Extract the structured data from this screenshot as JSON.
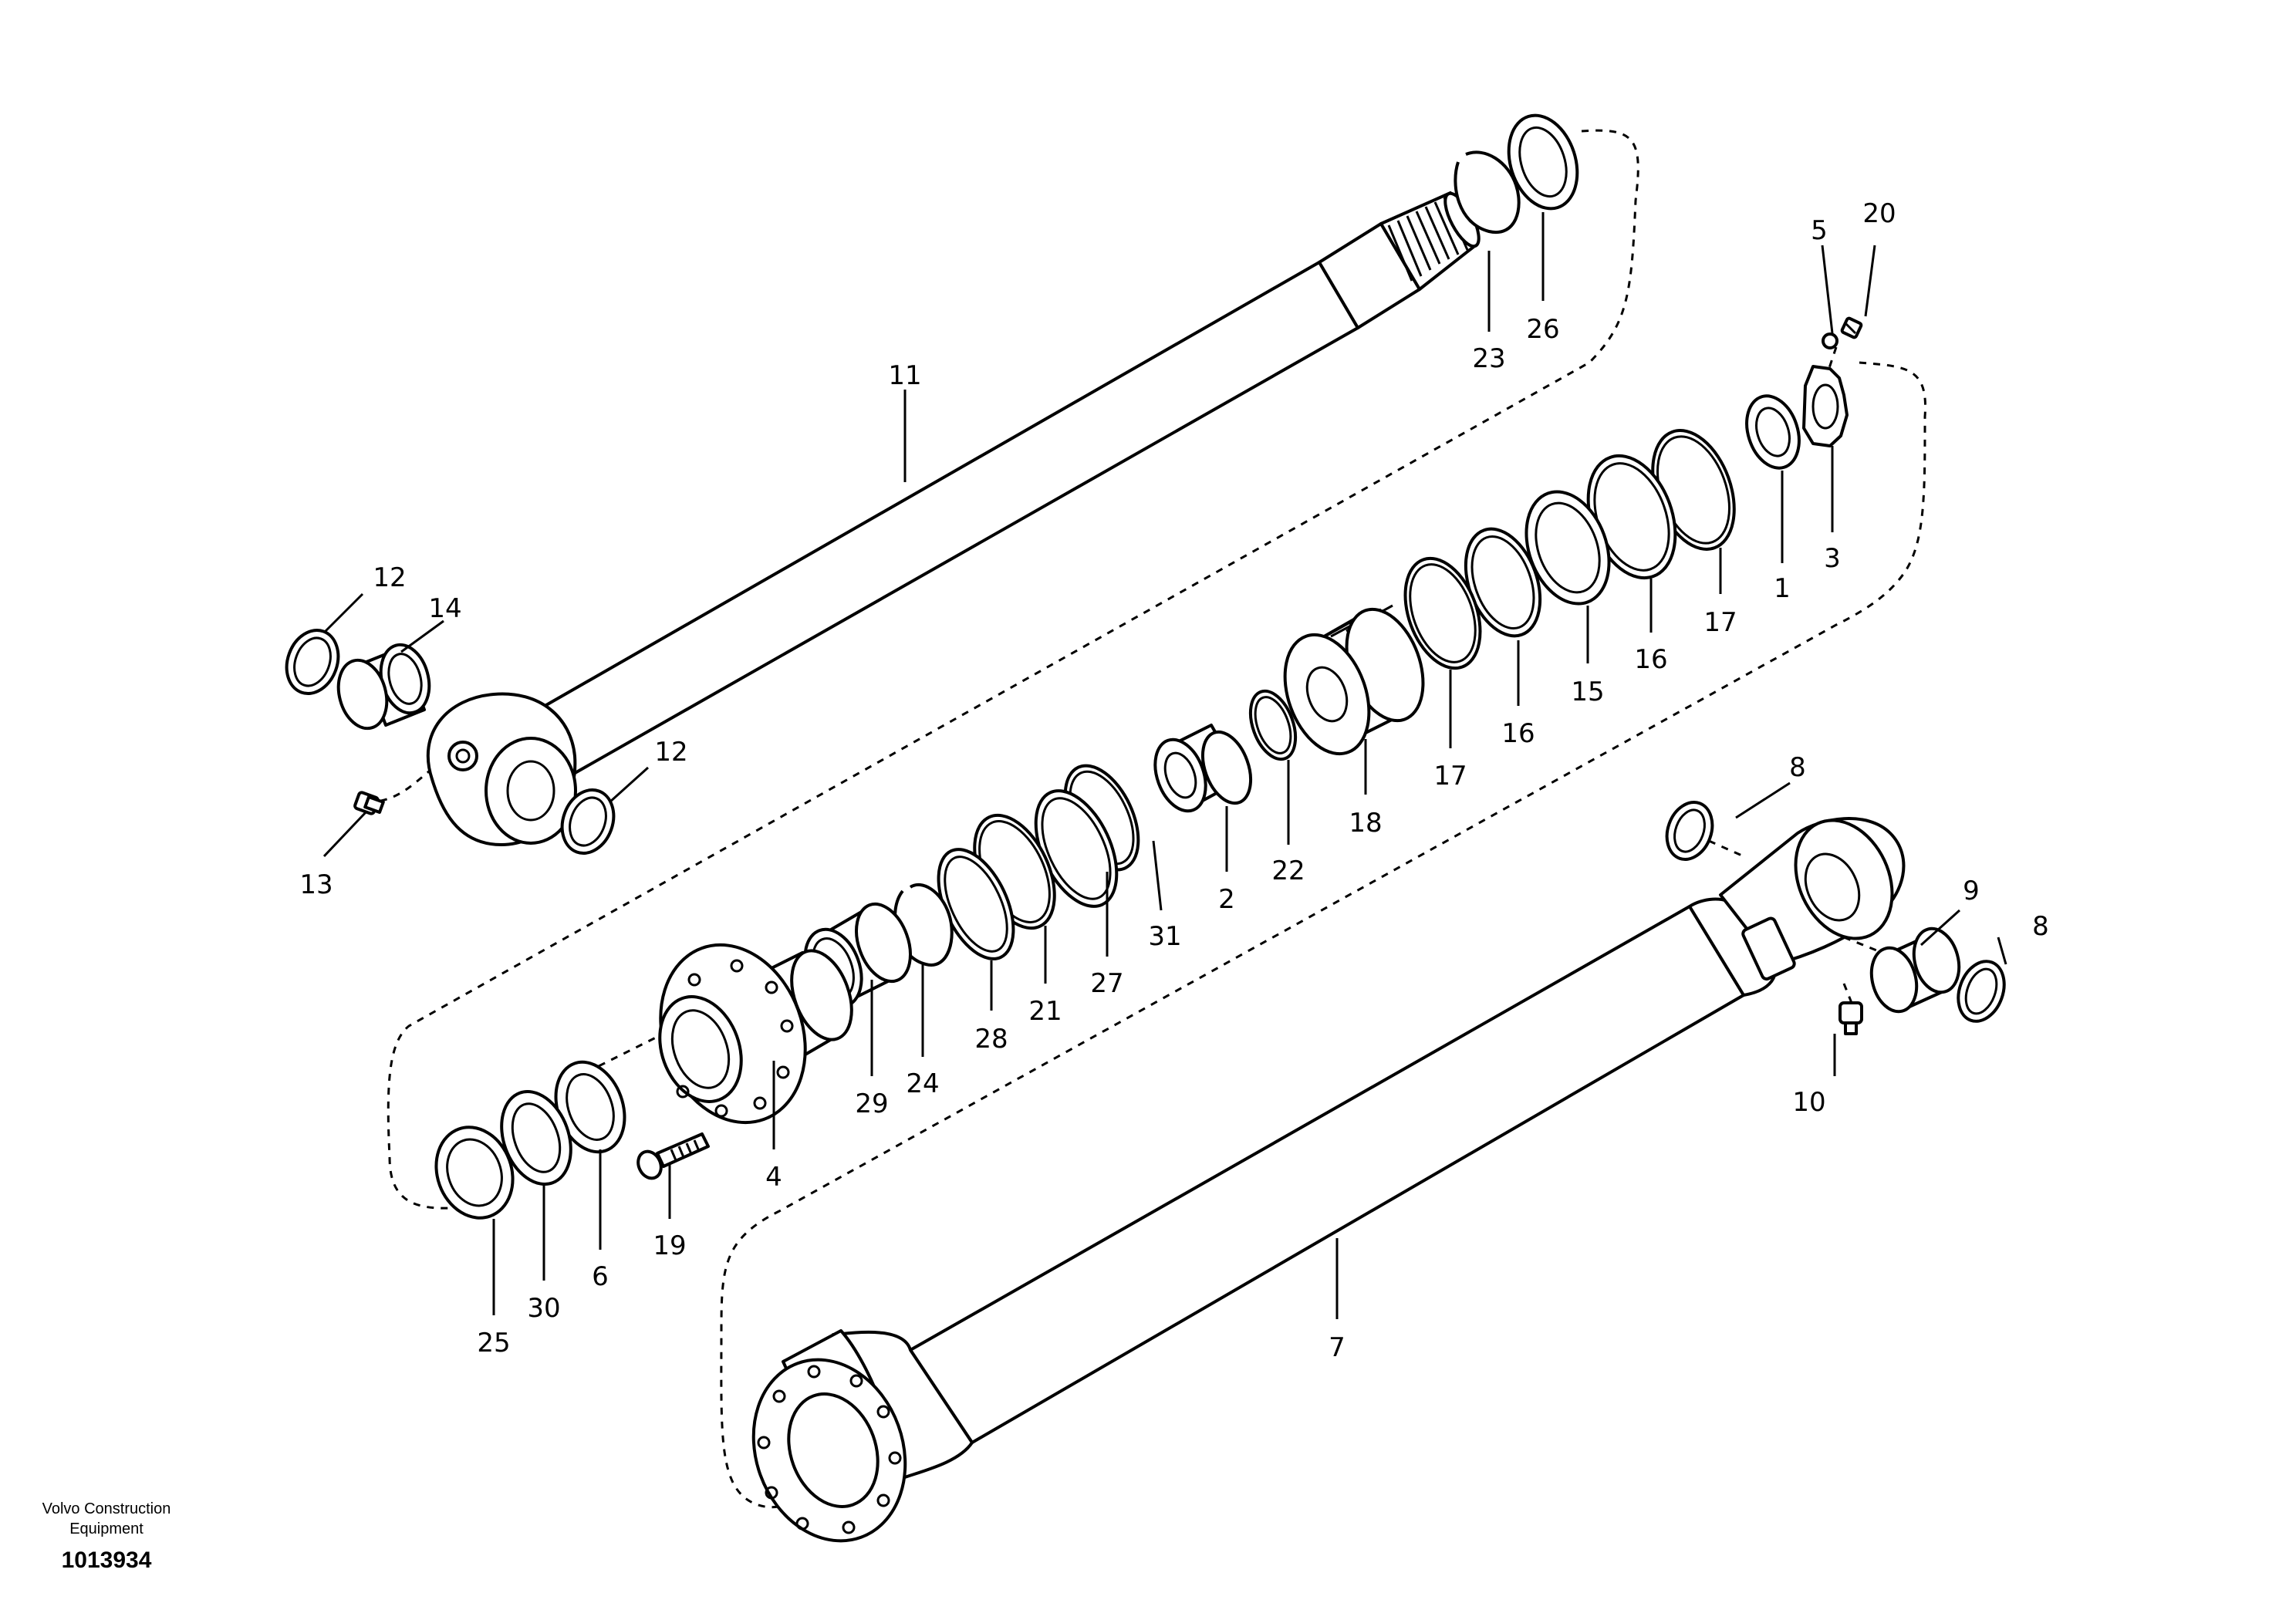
{
  "footer": {
    "brand_line1": "Volvo Construction",
    "brand_line2": "Equipment",
    "drawing_number": "1013934"
  },
  "part_numbers": {
    "p1": "1",
    "p2": "2",
    "p3": "3",
    "p4": "4",
    "p5": "5",
    "p6": "6",
    "p7": "7",
    "p8a": "8",
    "p8b": "8",
    "p9": "9",
    "p10": "10",
    "p11": "11",
    "p12a": "12",
    "p12b": "12",
    "p13": "13",
    "p14": "14",
    "p15": "15",
    "p16a": "16",
    "p16b": "16",
    "p17a": "17",
    "p17b": "17",
    "p18": "18",
    "p19": "19",
    "p20": "20",
    "p21": "21",
    "p22": "22",
    "p23": "23",
    "p24": "24",
    "p25": "25",
    "p26": "26",
    "p27": "27",
    "p28": "28",
    "p29": "29",
    "p30": "30",
    "p31": "31"
  }
}
